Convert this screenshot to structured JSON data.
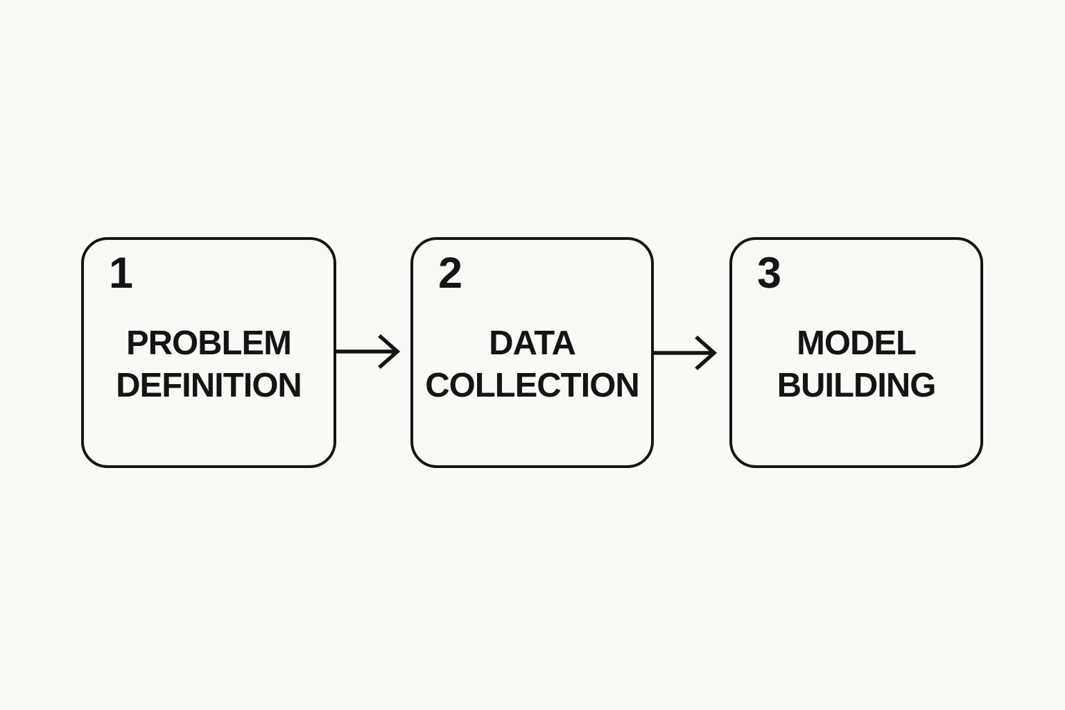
{
  "diagram": {
    "colors": {
      "background": "#faf9f6",
      "ink": "#141414"
    },
    "steps": [
      {
        "number": "1",
        "label_line1": "PROBLEM",
        "label_line2": "DEFINITION"
      },
      {
        "number": "2",
        "label_line1": "DATA",
        "label_line2": "COLLECTION"
      },
      {
        "number": "3",
        "label_line1": "MODEL",
        "label_line2": "BUILDING"
      }
    ],
    "connectors": [
      {
        "name": "arrow-1",
        "direction": "right"
      },
      {
        "name": "arrow-2",
        "direction": "right"
      }
    ]
  }
}
